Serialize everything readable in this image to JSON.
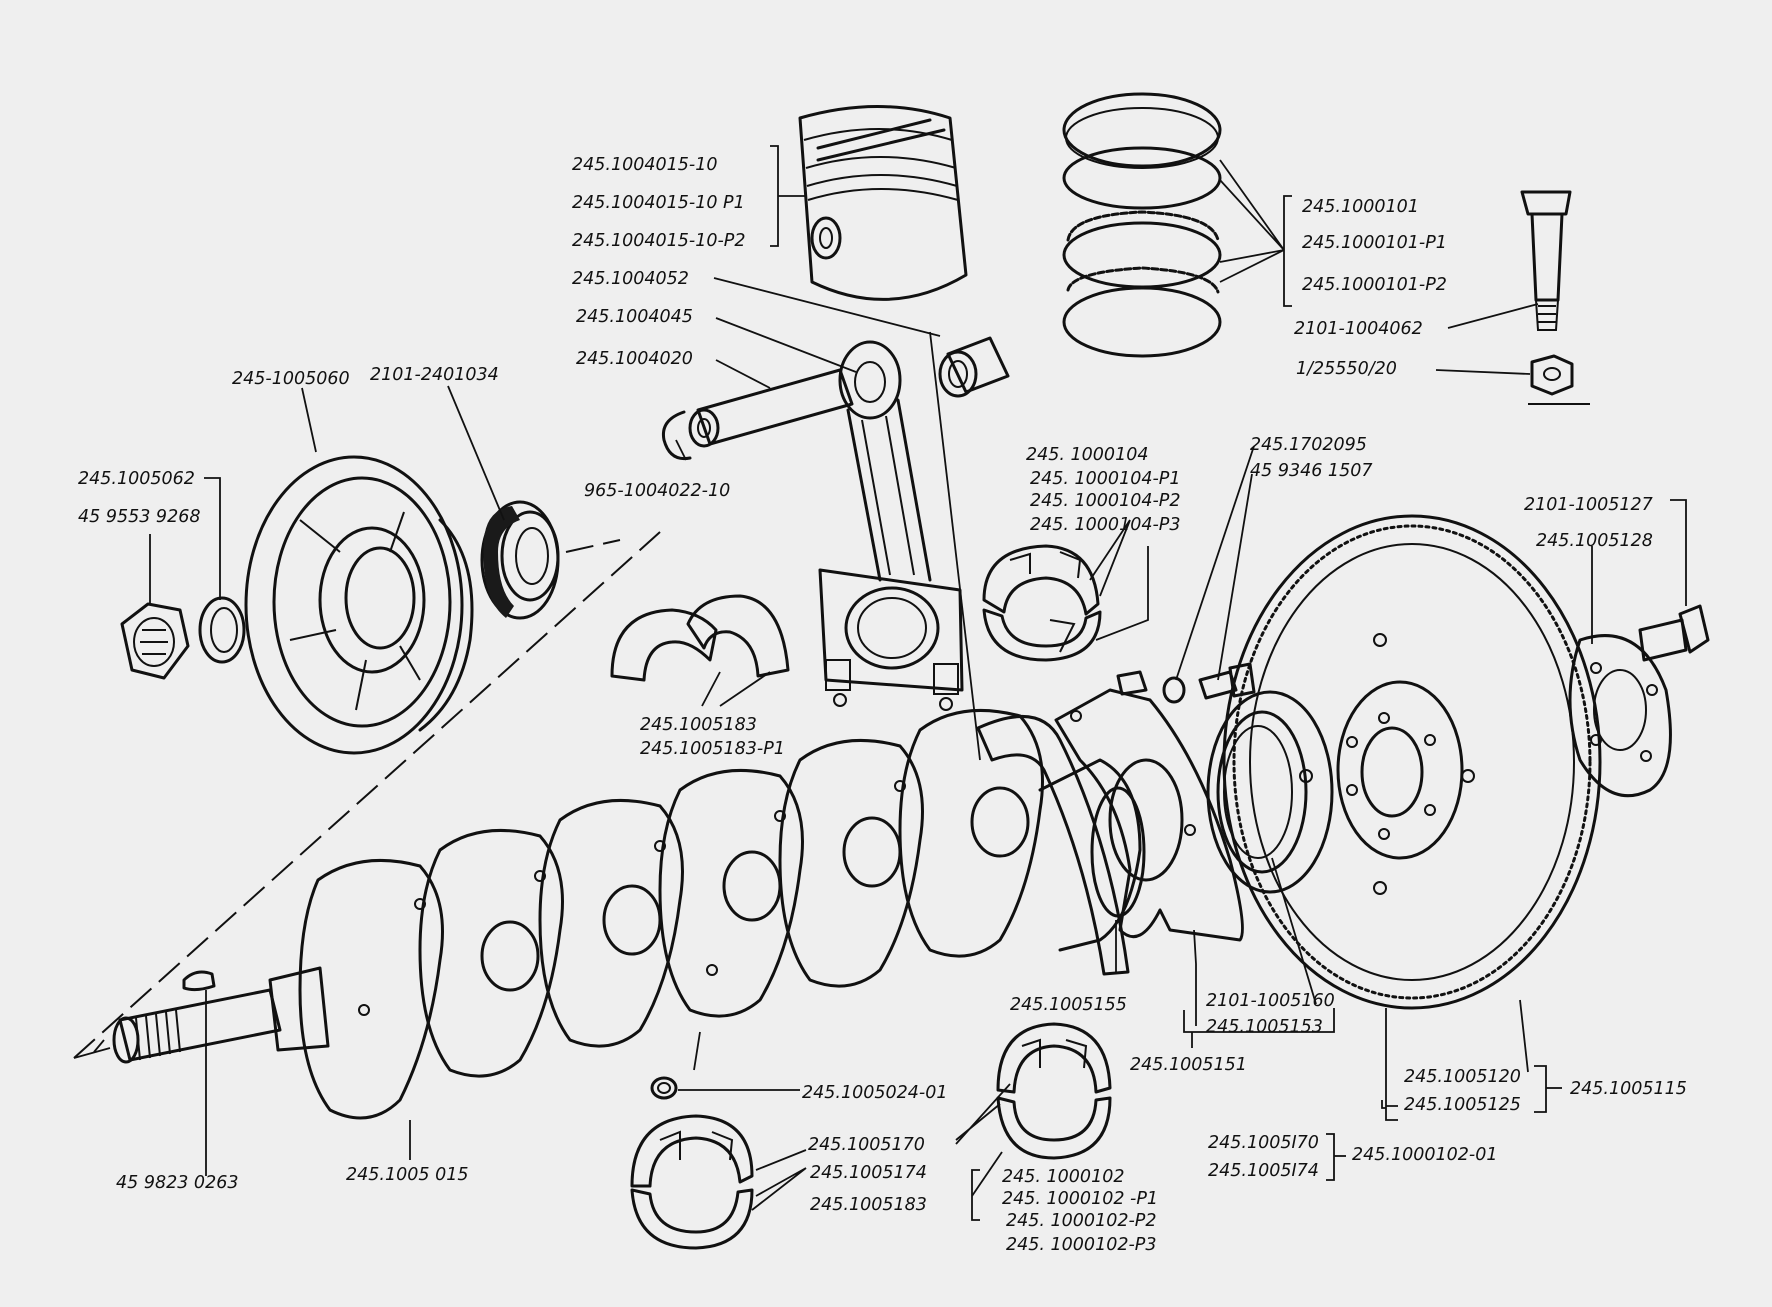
{
  "labels": {
    "piston": [
      "245.1004015-10",
      "245.1004015-10 P1",
      "245.1004015-10-P2"
    ],
    "bushing": "245.1004052",
    "rod_bolt_group": "245.1004045",
    "piston_pin": "245.1004020",
    "snap_ring": "965-1004022-10",
    "rings": [
      "245.1000101",
      "245.1000101-P1",
      "245.1000101-P2"
    ],
    "rod_bolt": "2101-1004062",
    "rod_nut": "1/25550/20",
    "pulley": "245-1005060",
    "front_seal": "2101-2401034",
    "pulley_nut": [
      "245.1005062",
      "45 9553 9268"
    ],
    "main_shells": [
      "245. 1000104",
      "245. 1000104-P1",
      "245. 1000104-P2",
      "245. 1000104-P3"
    ],
    "rear_cover_bolt": [
      "245.1702095",
      "45 9346 1507"
    ],
    "flywheel_bolt": [
      "2101-1005127",
      "245.1005128"
    ],
    "thrust_halves": [
      "245.1005183",
      "245.1005183-P1"
    ],
    "rear_packing": "245.1005155",
    "rear_cover": [
      "2101-1005160",
      "245.1005153"
    ],
    "rear_holder": "245.1005151",
    "flywheel": [
      "245.1005120",
      "245.1005125"
    ],
    "flywheel_assy": "245.1005115",
    "crank_plug": "245.1005024-01",
    "key": "45 9823 0263",
    "crankshaft": "245.1005 015",
    "lower_shells": [
      "245.1005170",
      "245.1005174",
      "245.1005183"
    ],
    "lower_main": [
      "245. 1000102",
      "245. 1000102 -P1",
      "245. 1000102-P2",
      "245. 1000102-P3"
    ],
    "thrust_set": [
      "245.1005I70",
      "245.1005I74"
    ],
    "thrust_set_assy": "245.1000102-01"
  }
}
